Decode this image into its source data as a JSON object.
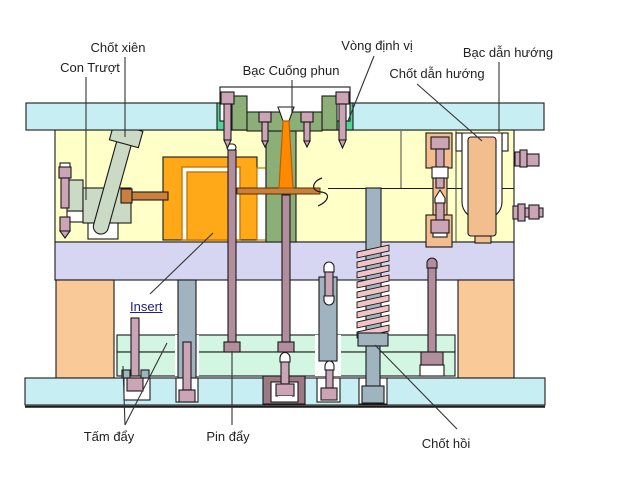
{
  "figure": {
    "type": "injection-mold-cross-section-diagram",
    "background": "#ffffff"
  },
  "labels": {
    "chot_xien": "Chốt xiên",
    "con_truot": "Con Trượt",
    "bac_cuong_phun": "Bạc Cuống phun",
    "vong_dinh_vi": "Vòng định vị",
    "bac_dan_huong": "Bạc dẫn hướng",
    "chot_dan_huong": "Chốt dẫn hướng",
    "insert": "Insert",
    "tam_day": "Tấm đẩy",
    "pin_day": "Pin đẩy",
    "chot_hoi": "Chốt hồi"
  },
  "colors": {
    "label_text": "#1f1f1f",
    "insert_link": "#202088",
    "plate_cyan": "#c7eff3",
    "plate_yellow": "#ffffc8",
    "support_plate_lavender": "#d6d6f2",
    "ejector_plate_mint": "#d2f6e2",
    "spacer_orange": "#fac998",
    "cavity_block_orange": "#ffa818",
    "sprue_orange": "#ff8a00",
    "sprue_bushing_green": "#8caf78",
    "clamp_green": "#53d197",
    "slider_sage": "#cbdac5",
    "guide_pin_peach": "#f2be8e",
    "screw_pink": "#cba4b5",
    "spring_salmon": "#f2c3c6",
    "pillar_gray": "#9fb4be",
    "ejector_pin_mauve": "#b28d9c",
    "runner_brown": "#c8803c"
  }
}
